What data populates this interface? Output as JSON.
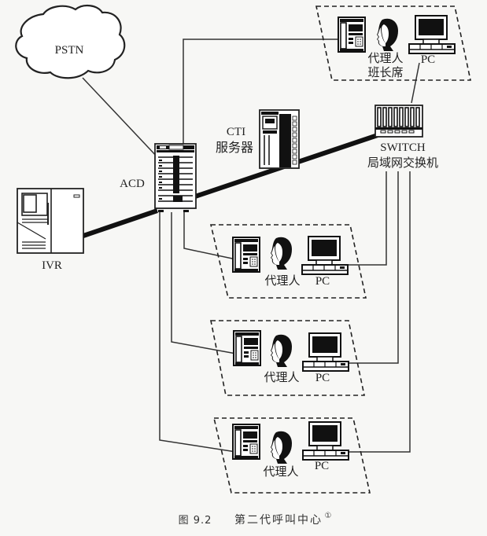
{
  "nodes": {
    "pstn": {
      "label": "PSTN"
    },
    "acd": {
      "label": "ACD"
    },
    "ivr": {
      "label": "IVR"
    },
    "cti": {
      "label_line1": "CTI",
      "label_line2": "服务器"
    },
    "switch": {
      "label_line1": "SWITCH",
      "label_line2": "局域网交换机"
    }
  },
  "agent_groups": [
    {
      "id": "supervisor",
      "agent_label_line1": "代理人",
      "agent_label_line2": "班长席",
      "pc_label": "PC"
    },
    {
      "id": "agent-1",
      "agent_label_line1": "代理人",
      "pc_label": "PC"
    },
    {
      "id": "agent-2",
      "agent_label_line1": "代理人",
      "pc_label": "PC"
    },
    {
      "id": "agent-3",
      "agent_label_line1": "代理人",
      "pc_label": "PC"
    }
  ],
  "connections": [
    {
      "from": "PSTN",
      "to": "ACD",
      "type": "line"
    },
    {
      "from": "IVR",
      "to": "ACD",
      "type": "backbone"
    },
    {
      "from": "ACD",
      "to": "CTI",
      "type": "backbone"
    },
    {
      "from": "CTI",
      "to": "SWITCH",
      "type": "backbone"
    },
    {
      "from": "ACD",
      "to": "supervisor-phone",
      "type": "line"
    },
    {
      "from": "ACD",
      "to": "agent-1-phone",
      "type": "line"
    },
    {
      "from": "ACD",
      "to": "agent-2-phone",
      "type": "line"
    },
    {
      "from": "ACD",
      "to": "agent-3-phone",
      "type": "line"
    },
    {
      "from": "SWITCH",
      "to": "supervisor-pc",
      "type": "line"
    },
    {
      "from": "SWITCH",
      "to": "agent-1-pc",
      "type": "line"
    },
    {
      "from": "SWITCH",
      "to": "agent-2-pc",
      "type": "line"
    },
    {
      "from": "SWITCH",
      "to": "agent-3-pc",
      "type": "line"
    }
  ],
  "caption": {
    "prefix": "图 9.2",
    "title": "第二代呼叫中心",
    "footnote": "①"
  }
}
